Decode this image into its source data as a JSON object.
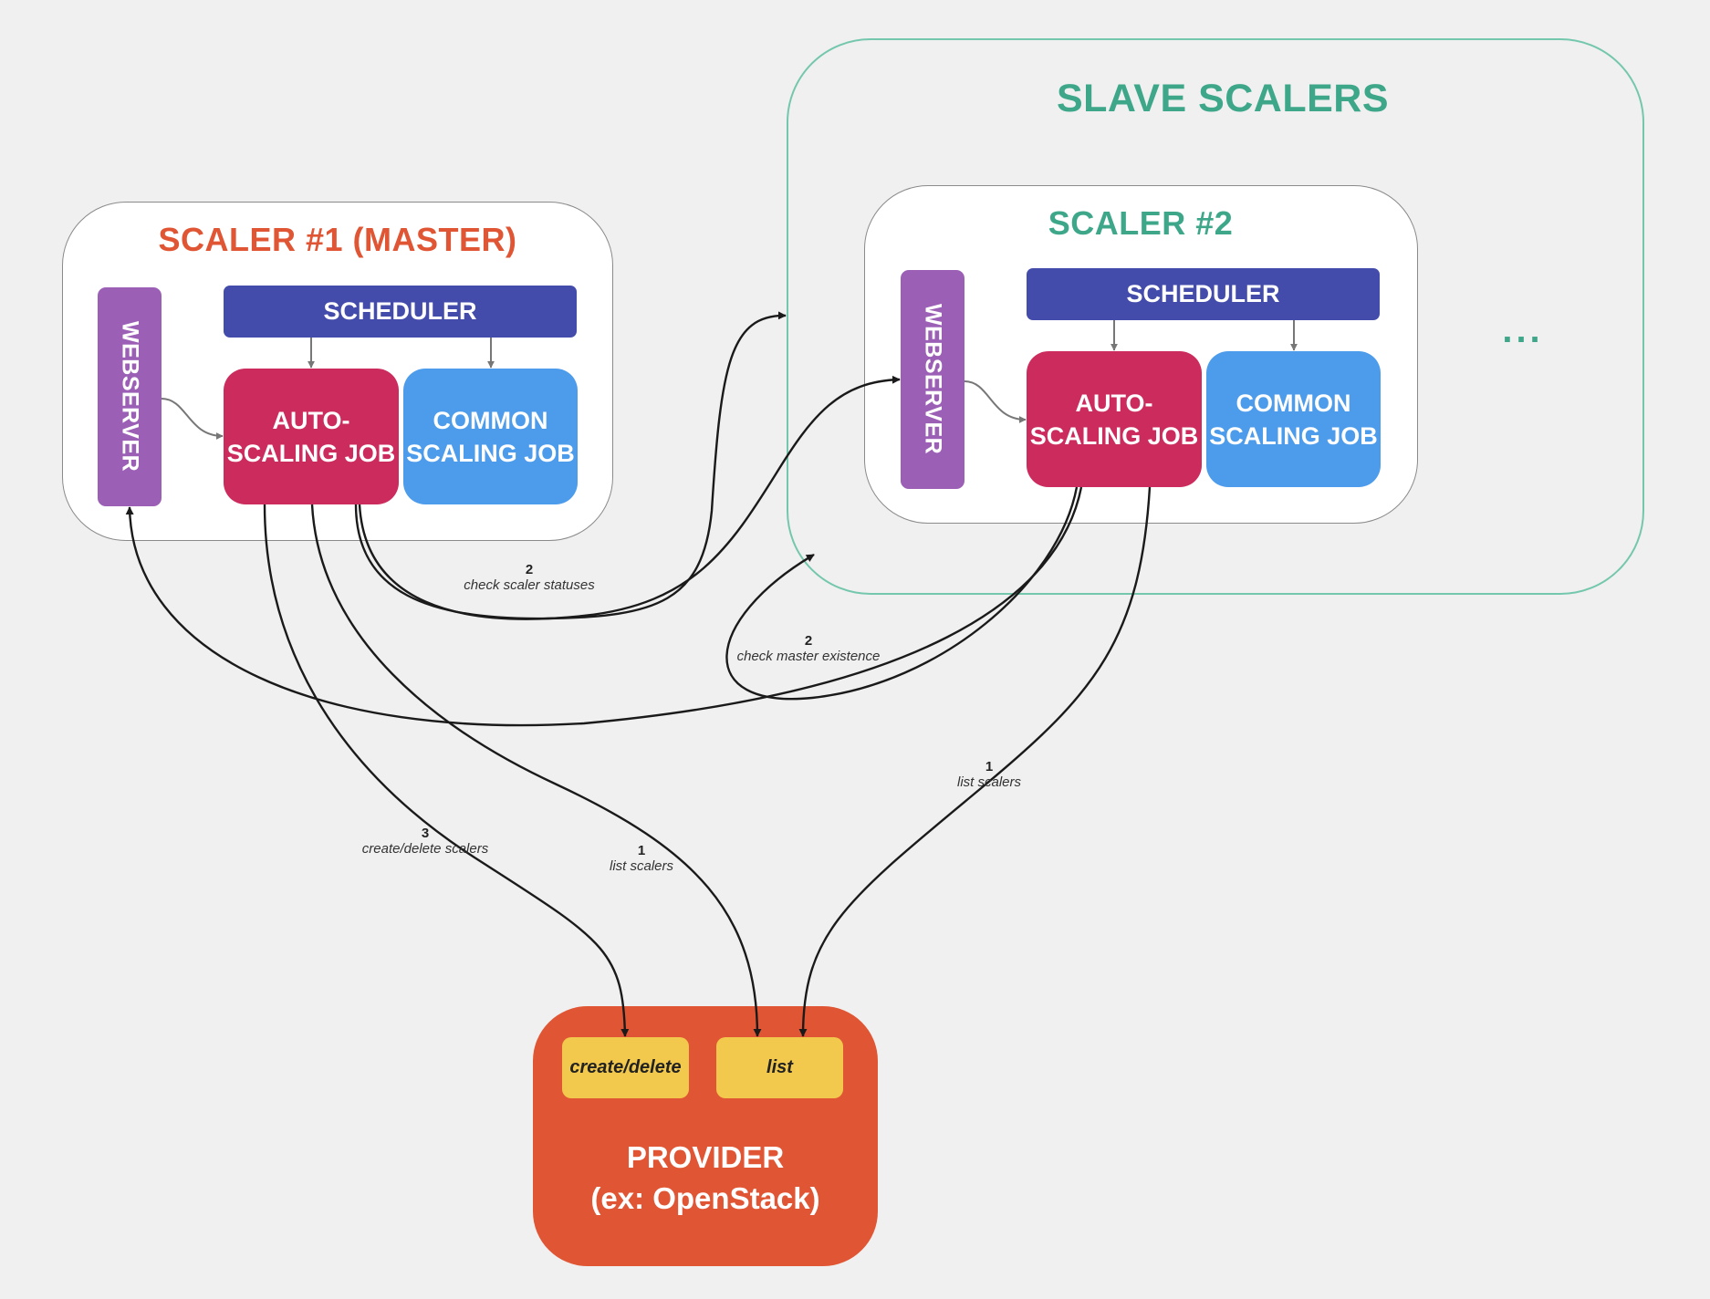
{
  "colors": {
    "master_title": "#e05533",
    "slave_title": "#3ea78a",
    "slave_border": "#74c7ad",
    "scheduler": "#444cab",
    "auto_scaling_job": "#cc2b5e",
    "common_scaling_job": "#4d9ceb",
    "webserver": "#9b5fb5",
    "provider": "#e05533",
    "endpoint": "#f2c94c",
    "link": "#1a1a1a",
    "internal_link": "#777777"
  },
  "slave_group": {
    "title": "SLAVE SCALERS",
    "ellipsis": "..."
  },
  "scaler1": {
    "title": "SCALER #1 (MASTER)",
    "webserver": "WEBSERVER",
    "scheduler": "SCHEDULER",
    "auto_job": {
      "line1": "AUTO-",
      "line2": "SCALING JOB"
    },
    "common_job": {
      "line1": "COMMON",
      "line2": "SCALING JOB"
    }
  },
  "scaler2": {
    "title": "SCALER #2",
    "webserver": "WEBSERVER",
    "scheduler": "SCHEDULER",
    "auto_job": {
      "line1": "AUTO-",
      "line2": "SCALING JOB"
    },
    "common_job": {
      "line1": "COMMON",
      "line2": "SCALING JOB"
    }
  },
  "provider": {
    "line1": "PROVIDER",
    "line2": "(ex: OpenStack)",
    "endpoints": {
      "create_delete": "create/delete",
      "list": "list"
    }
  },
  "links": {
    "check_scaler_statuses": {
      "step": "2",
      "label": "check scaler statuses"
    },
    "check_master_existence": {
      "step": "2",
      "label": "check master existence"
    },
    "master_create_delete": {
      "step": "3",
      "label": "create/delete scalers"
    },
    "master_list": {
      "step": "1",
      "label": "list scalers"
    },
    "slave_list": {
      "step": "1",
      "label": "list scalers"
    }
  }
}
